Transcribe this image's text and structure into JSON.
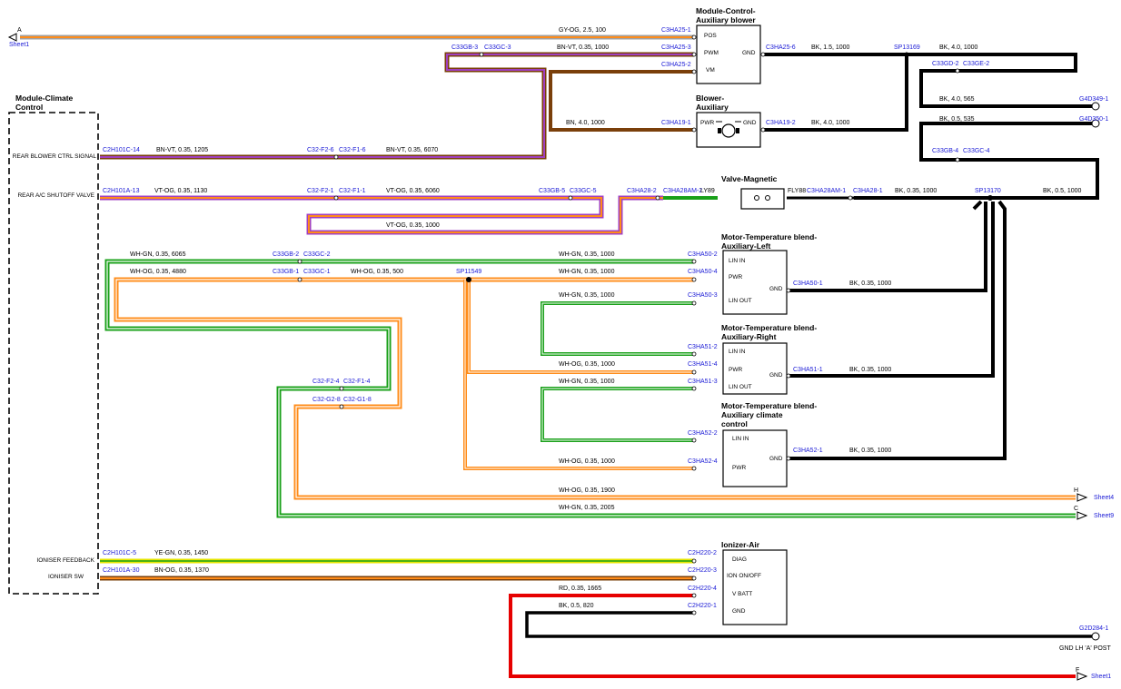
{
  "modules": {
    "climate": {
      "title1": "Module-Climate",
      "title2": "Control",
      "pins": [
        "REAR BLOWER CTRL SIGNAL",
        "REAR A/C SHUTOFF VALVE",
        "IONISER FEEDBACK",
        "IONISER SW"
      ]
    },
    "aux_blower_ctrl": {
      "title1": "Module-Control-",
      "title2": "Auxiliary blower",
      "pins": [
        "POS",
        "PWM",
        "VM",
        "GND"
      ]
    },
    "blower_aux": {
      "title1": "Blower-",
      "title2": "Auxiliary",
      "pins": [
        "PWR",
        "GND"
      ]
    },
    "valve": {
      "title": "Valve-Magnetic"
    },
    "motor_left": {
      "title1": "Motor-Temperature blend-",
      "title2": "Auxiliary-Left",
      "pins": [
        "LIN IN",
        "PWR",
        "LIN OUT",
        "GND"
      ]
    },
    "motor_right": {
      "title1": "Motor-Temperature blend-",
      "title2": "Auxiliary-Right",
      "pins": [
        "LIN IN",
        "PWR",
        "LIN OUT",
        "GND"
      ]
    },
    "motor_climate": {
      "title1": "Motor-Temperature blend-",
      "title2": "Auxiliary climate",
      "title3": "control",
      "pins": [
        "LIN IN",
        "PWR",
        "GND"
      ]
    },
    "ionizer": {
      "title": "Ionizer-Air",
      "pins": [
        "DIAG",
        "ION ON/OFF",
        "V BATT",
        "GND"
      ]
    }
  },
  "wires": {
    "w_pos": "GY-OG,  2.5,  100",
    "w_pwm": "BN-VT,  0.35,  1000",
    "w_gnd1": "BK,  1.5,  1000",
    "w_gnd2": "BK,  4.0,  1000",
    "w_gnd3": "BK,  4.0,  565",
    "w_bpwr": "BN,  4.0,  1000",
    "w_bgnd": "BK,  4.0,  1000",
    "w_gnd4": "BK,  0.5,  535",
    "w_rbcs1": "BN-VT,  0.35,  1205",
    "w_rbcs2": "BN-VT,  0.35,  6070",
    "w_rasv1": "VT-OG,  0.35,  1130",
    "w_rasv2": "VT-OG,  0.35,  6060",
    "w_rasv3": "VT-OG,  0.35,  1000",
    "w_vgnd": "BK,  0.35,  1000",
    "w_spgnd": "BK,  0.5,  1000",
    "w_lin1": "WH-GN,  0.35,  6065",
    "w_lin2": "WH-GN,  0.35,  1000",
    "w_og1": "WH-OG,  0.35,  4880",
    "w_og2": "WH-OG,  0.35,  500",
    "w_og3": "WH-GN,  0.35,  1000",
    "w_l_gnd": "BK,  0.35,  1000",
    "w_l_lo": "WH-GN,  0.35,  1000",
    "w_r_pwr": "WH-OG,  0.35,  1000",
    "w_r_lo": "WH-GN,  0.35,  1000",
    "w_r_gnd": "BK,  0.35,  1000",
    "w_c_pwr": "WH-OG,  0.35,  1000",
    "w_c_gnd": "BK,  0.35,  1000",
    "w_h": "WH-OG,  0.35,  1900",
    "w_c": "WH-GN,  0.35,  2005",
    "w_ifb": "YE-GN,  0.35,  1450",
    "w_isw": "BN-OG,  0.35,  1370",
    "w_vbatt": "RD,  0.35,  1665",
    "w_igd": "BK,  0.5,  820"
  },
  "connectors": {
    "c3ha25_1": "C3HA25-1",
    "c3ha25_3": "C3HA25-3",
    "c3ha25_2": "C3HA25-2",
    "c3ha25_6": "C3HA25-6",
    "c33gb3": "C33GB-3",
    "c33gc3": "C33GC-3",
    "sp13169": "SP13169",
    "c33gd2": "C33GD-2",
    "c33ge2": "C33GE-2",
    "g4d349": "G4D349-1",
    "g4d350": "G4D350-1",
    "c3ha19_1": "C3HA19-1",
    "c3ha19_2": "C3HA19-2",
    "c33gb4": "C33GB-4",
    "c33gc4": "C33GC-4",
    "c2h101c14": "C2H101C-14",
    "c32f26": "C32-F2-6",
    "c32f16": "C32-F1-6",
    "c2h101a13": "C2H101A-13",
    "c32f21": "C32-F2-1",
    "c32f11": "C32-F1-1",
    "c33gb5": "C33GB-5",
    "c33gc5": "C33GC-5",
    "c3ha28_2": "C3HA28-2",
    "c3ha28am_2": "C3HA28AM-2",
    "ly89": "LY89",
    "fly88": "FLY88",
    "c3ha28am_1": "C3HA28AM-1",
    "c3ha28_1": "C3HA28-1",
    "sp13170": "SP13170",
    "c33gb2": "C33GB-2",
    "c33gc2": "C33GC-2",
    "c33gb1": "C33GB-1",
    "c33gc1": "C33GC-1",
    "sp11549": "SP11549",
    "c3ha50_2": "C3HA50-2",
    "c3ha50_4": "C3HA50-4",
    "c3ha50_3": "C3HA50-3",
    "c3ha50_1": "C3HA50-1",
    "c3ha51_2": "C3HA51-2",
    "c3ha51_4": "C3HA51-4",
    "c3ha51_3": "C3HA51-3",
    "c3ha51_1": "C3HA51-1",
    "c32f24": "C32-F2-4",
    "c32f14": "C32-F1-4",
    "c32g28": "C32-G2-8",
    "c32g18": "C32-G1-8",
    "c3ha52_2": "C3HA52-2",
    "c3ha52_4": "C3HA52-4",
    "c3ha52_1": "C3HA52-1",
    "c2h101c5": "C2H101C-5",
    "c2h101a30": "C2H101A-30",
    "c2h220_2": "C2H220-2",
    "c2h220_3": "C2H220-3",
    "c2h220_4": "C2H220-4",
    "c2h220_1": "C2H220-1",
    "g2d284": "G2D284-1"
  },
  "offsheet": {
    "a_letter": "A",
    "a_sheet": "Sheet1",
    "h_letter": "H",
    "h_sheet": "Sheet4",
    "c_letter": "C",
    "c_sheet": "Sheet9",
    "f_letter": "F",
    "f_sheet": "Sheet1",
    "gnd_post": "GND LH 'A' POST"
  },
  "colors": {
    "black": "#000000",
    "brown": "#7a3f0a",
    "orange": "#ff8c1a",
    "violet": "#a040c0",
    "green": "#19a019",
    "yellow": "#e6e600",
    "red": "#e60000",
    "grey": "#a0a0a0",
    "link": "#1a1ad6"
  }
}
